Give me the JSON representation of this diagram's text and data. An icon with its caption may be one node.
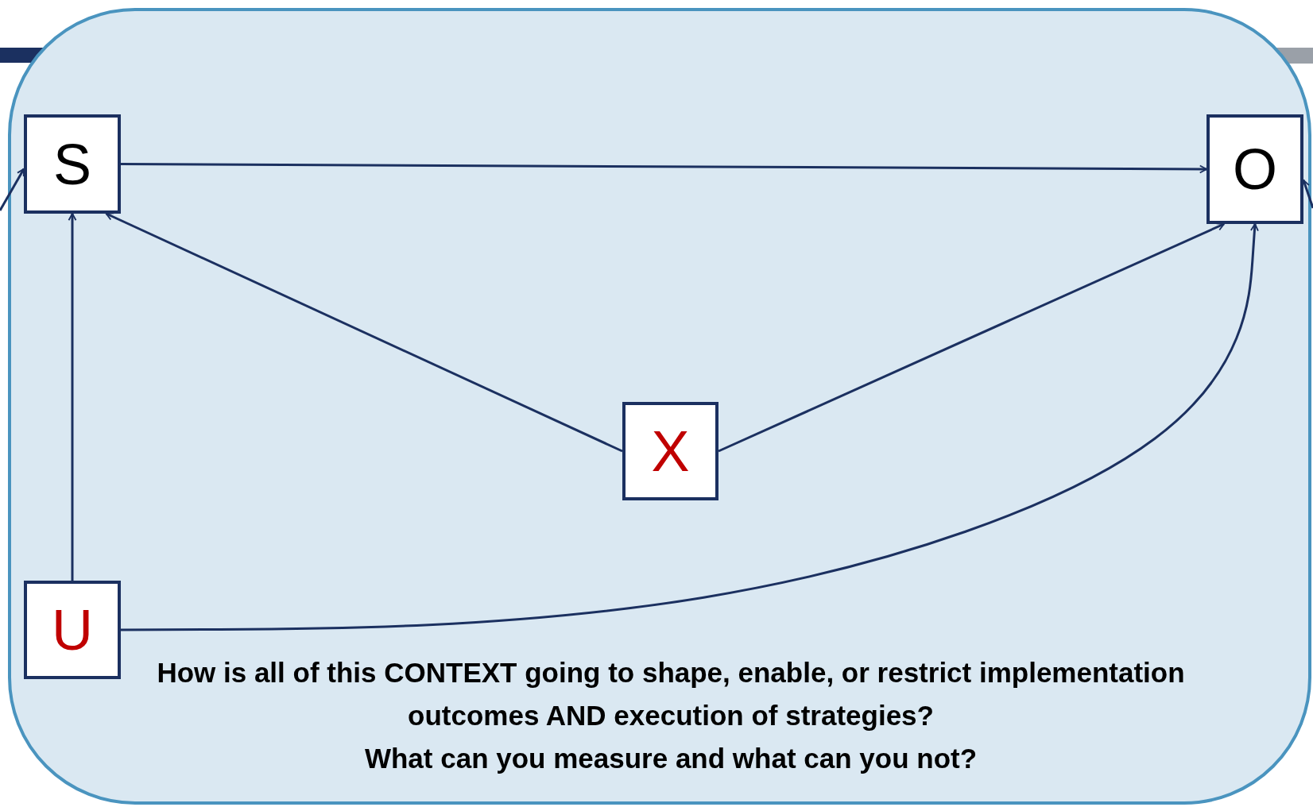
{
  "diagram": {
    "nodes": [
      {
        "text": [
          "How is all of this CONTEXT going to shape, enable, or restrict implementation outcomes AND execution of strategies?",
          "What can you measure and what can you not?"
        ]
      },
      {
        "text": [
          "S"
        ],
        "in": 0
      },
      {
        "text": [
          "O"
        ],
        "in": 0
      },
      {
        "text": [
          "X"
        ],
        "in": 0
      },
      {
        "text": [
          "U"
        ],
        "in": 0
      }
    ],
    "edges": [
      {
        "from": 1,
        "to": 2,
        "arrow": "to"
      },
      {
        "from": 3,
        "to": 1,
        "arrow": "to"
      },
      {
        "from": 3,
        "to": 2,
        "arrow": "to"
      },
      {
        "from": 4,
        "to": 1,
        "arrow": "to"
      },
      {
        "from": 4,
        "to": 2,
        "arrow": "to"
      },
      {
        "from": null,
        "to": 1,
        "arrow": "to"
      },
      {
        "from": null,
        "to": 2,
        "arrow": "to"
      }
    ]
  }
}
